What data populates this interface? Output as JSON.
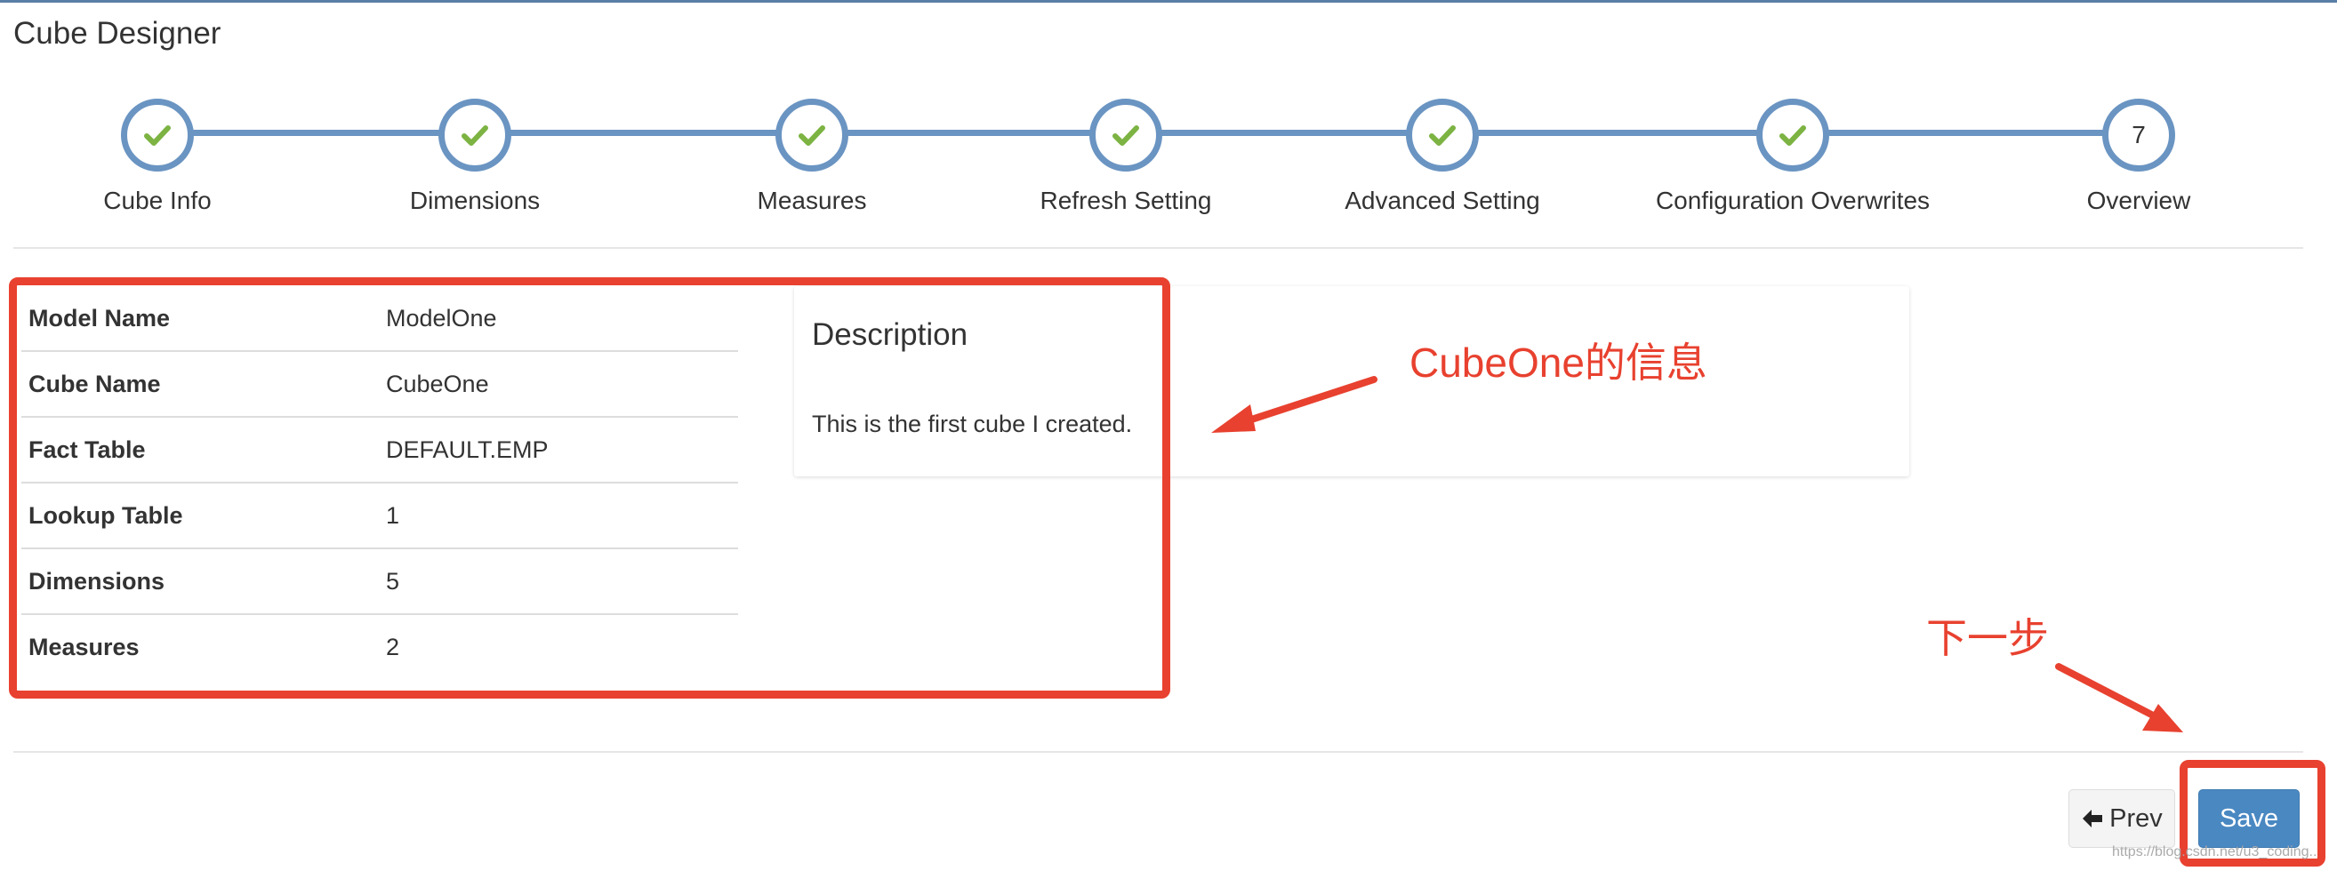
{
  "header": {
    "title": "Cube Designer"
  },
  "wizard": {
    "steps": [
      {
        "label": "Cube Info",
        "done": true
      },
      {
        "label": "Dimensions",
        "done": true
      },
      {
        "label": "Measures",
        "done": true
      },
      {
        "label": "Refresh Setting",
        "done": true
      },
      {
        "label": "Advanced Setting",
        "done": true
      },
      {
        "label": "Configuration Overwrites",
        "done": true
      },
      {
        "label": "Overview",
        "done": false,
        "number": "7"
      }
    ]
  },
  "info": {
    "rows": [
      {
        "label": "Model Name",
        "value": "ModelOne"
      },
      {
        "label": "Cube Name",
        "value": "CubeOne"
      },
      {
        "label": "Fact Table",
        "value": "DEFAULT.EMP"
      },
      {
        "label": "Lookup Table",
        "value": "1"
      },
      {
        "label": "Dimensions",
        "value": "5"
      },
      {
        "label": "Measures",
        "value": "2"
      }
    ]
  },
  "description": {
    "title": "Description",
    "text": "This is the first cube I created."
  },
  "annotations": {
    "info_note": "CubeOne的信息",
    "next_note": "下一步"
  },
  "buttons": {
    "prev_label": "Prev",
    "save_label": "Save"
  },
  "watermark": "https://blog.csdn.net/u3_coding..",
  "colors": {
    "step_ring": "#6a94c2",
    "check": "#7cb342",
    "annotation": "#e8412f",
    "save_button": "#4a88c2"
  }
}
